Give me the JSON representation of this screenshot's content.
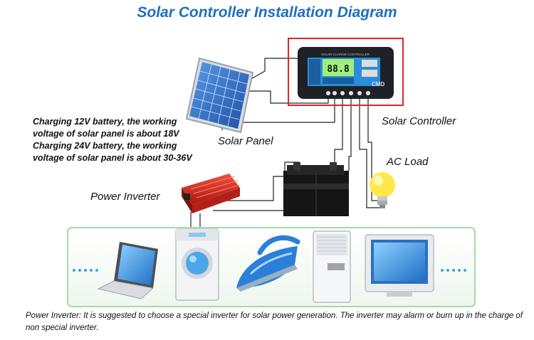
{
  "diagram": {
    "title": "Solar Controller Installation Diagram",
    "note_lines": [
      "Charging 12V battery, the working",
      "voltage of solar panel is about 18V",
      "Charging 24V battery, the working",
      "voltage of solar panel is about 30-36V"
    ],
    "labels": {
      "solar_panel": "Solar Panel",
      "solar_controller": "Solar Controller",
      "ac_load": "AC Load",
      "power_inverter": "Power Inverter"
    },
    "controller_face_text": "SOLAR CHARGE CONTROLLER",
    "controller_display": "88.8",
    "footer_note": "Power Inverter: It is suggested to choose a special inverter for solar power generation. The inverter may alarm or burn up in the charge of non special inverter."
  },
  "colors": {
    "title": "#1f6fc0",
    "controller_border": "#e0242a",
    "panel_cell": "#2f6fc9",
    "inverter": "#d42a20",
    "appliance_box_border": "#a7d9a9",
    "dots": "#3aa3e0"
  },
  "icons": [
    "solar-panel-icon",
    "solar-controller-icon",
    "battery-icon",
    "ac-load-bulb-icon",
    "power-inverter-icon",
    "laptop-icon",
    "washing-machine-icon",
    "iron-icon",
    "air-conditioner-icon",
    "television-icon"
  ]
}
